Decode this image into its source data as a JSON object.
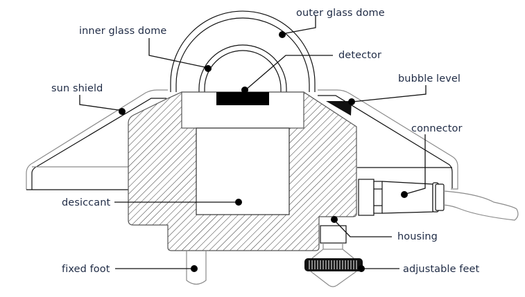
{
  "diagram": {
    "type": "cross-section",
    "subject": "pyranometer",
    "colors": {
      "label_text": "#1f2b45",
      "lines": "#111111",
      "hatch": "#333333",
      "outline_gray": "#8a8a8a"
    },
    "labels": {
      "outer_glass_dome": "outer glass dome",
      "inner_glass_dome": "inner glass dome",
      "detector": "detector",
      "sun_shield": "sun shield",
      "bubble_level": "bubble level",
      "connector": "connector",
      "desiccant": "desiccant",
      "housing": "housing",
      "fixed_foot": "fixed foot",
      "adjustable_feet": "adjustable feet"
    }
  }
}
